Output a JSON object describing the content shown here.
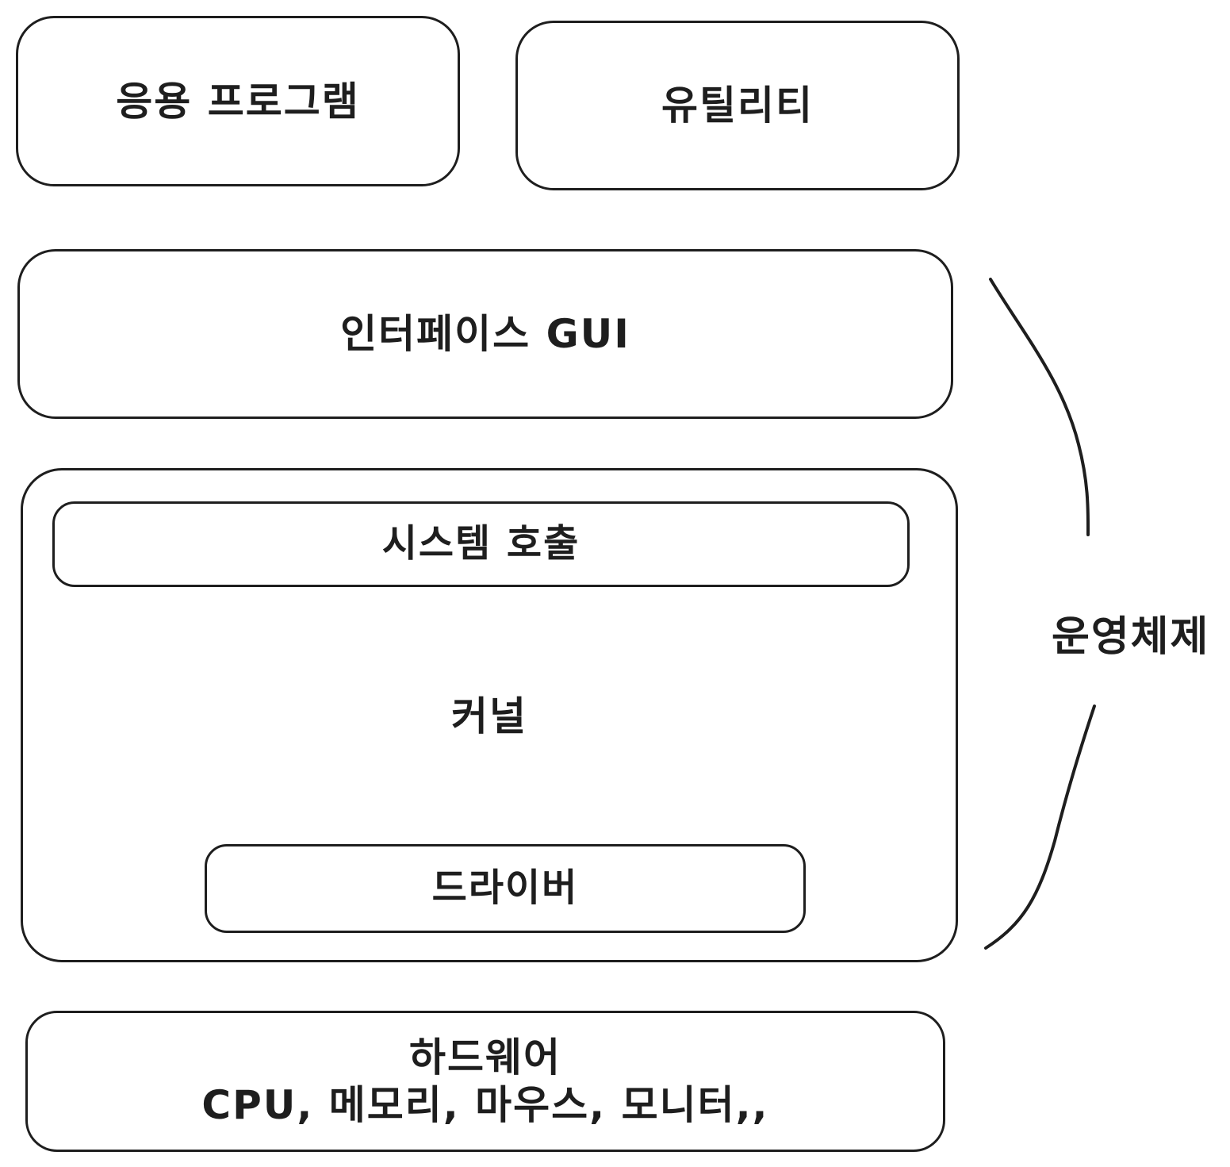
{
  "layers": {
    "application": "응용 프로그램",
    "utility": "유틸리티",
    "interface": "인터페이스 GUI",
    "kernel": {
      "label": "커널",
      "system_call": "시스템 호출",
      "driver": "드라이버"
    },
    "hardware": {
      "title": "하드웨어",
      "components": "CPU, 메모리, 마우스, 모니터,,"
    }
  },
  "os_group_label": "운영체제",
  "colors": {
    "stroke": "#1e1e1e",
    "background": "#ffffff"
  }
}
